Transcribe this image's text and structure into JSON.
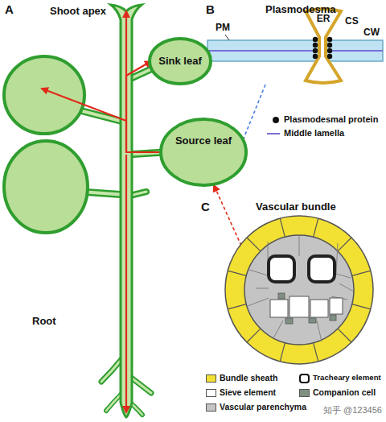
{
  "diagram": {
    "nodes": [
      {
        "text": [
          "Sink leaf"
        ]
      },
      {
        "text": [
          "Source leaf"
        ]
      }
    ],
    "edges": [
      {
        "from": 1,
        "to": 0,
        "arrow": "to"
      }
    ],
    "labels": [
      "A",
      "Shoot apex",
      "Root",
      "B",
      "Plasmodesma",
      "PM",
      "ER",
      "CS",
      "CW",
      "C",
      "Vascular bundle",
      "知乎 @123456"
    ],
    "legend": [
      {
        "text": "Plasmodesmal protein"
      },
      {
        "text": "Middle lamella"
      },
      {
        "text": "Bundle sheath",
        "color": "#f2e033"
      },
      {
        "text": "Tracheary element"
      },
      {
        "text": "Sieve element",
        "color": "#ffffff"
      },
      {
        "text": "Companion cell",
        "color": "#7f8f82"
      },
      {
        "text": "Vascular parenchyma",
        "color": "#c4c4c4"
      }
    ]
  }
}
